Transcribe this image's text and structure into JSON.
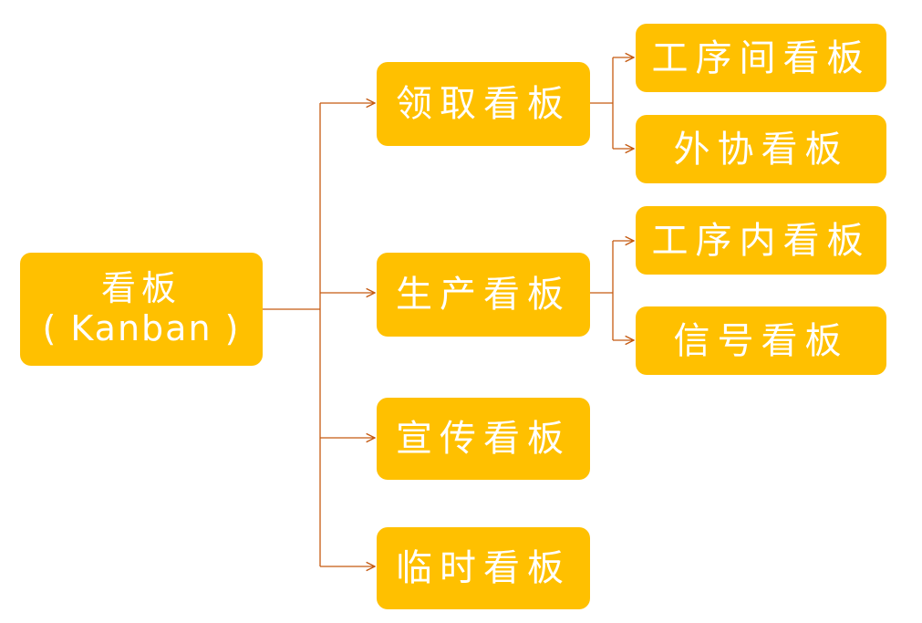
{
  "colors": {
    "node_fill": "#FFC000",
    "node_text": "#FFFFFF",
    "connector": "#C55A11"
  },
  "diagram": {
    "root": {
      "line1": "看板",
      "line2": "( Kanban )"
    },
    "level1": {
      "lingqu": "领取看板",
      "shengchan": "生产看板",
      "xuanchuan": "宣传看板",
      "linshi": "临时看板"
    },
    "level2": {
      "gongxujian": "工序间看板",
      "waixie": "外协看板",
      "gongxunei": "工序内看板",
      "xinhao": "信号看板"
    }
  }
}
